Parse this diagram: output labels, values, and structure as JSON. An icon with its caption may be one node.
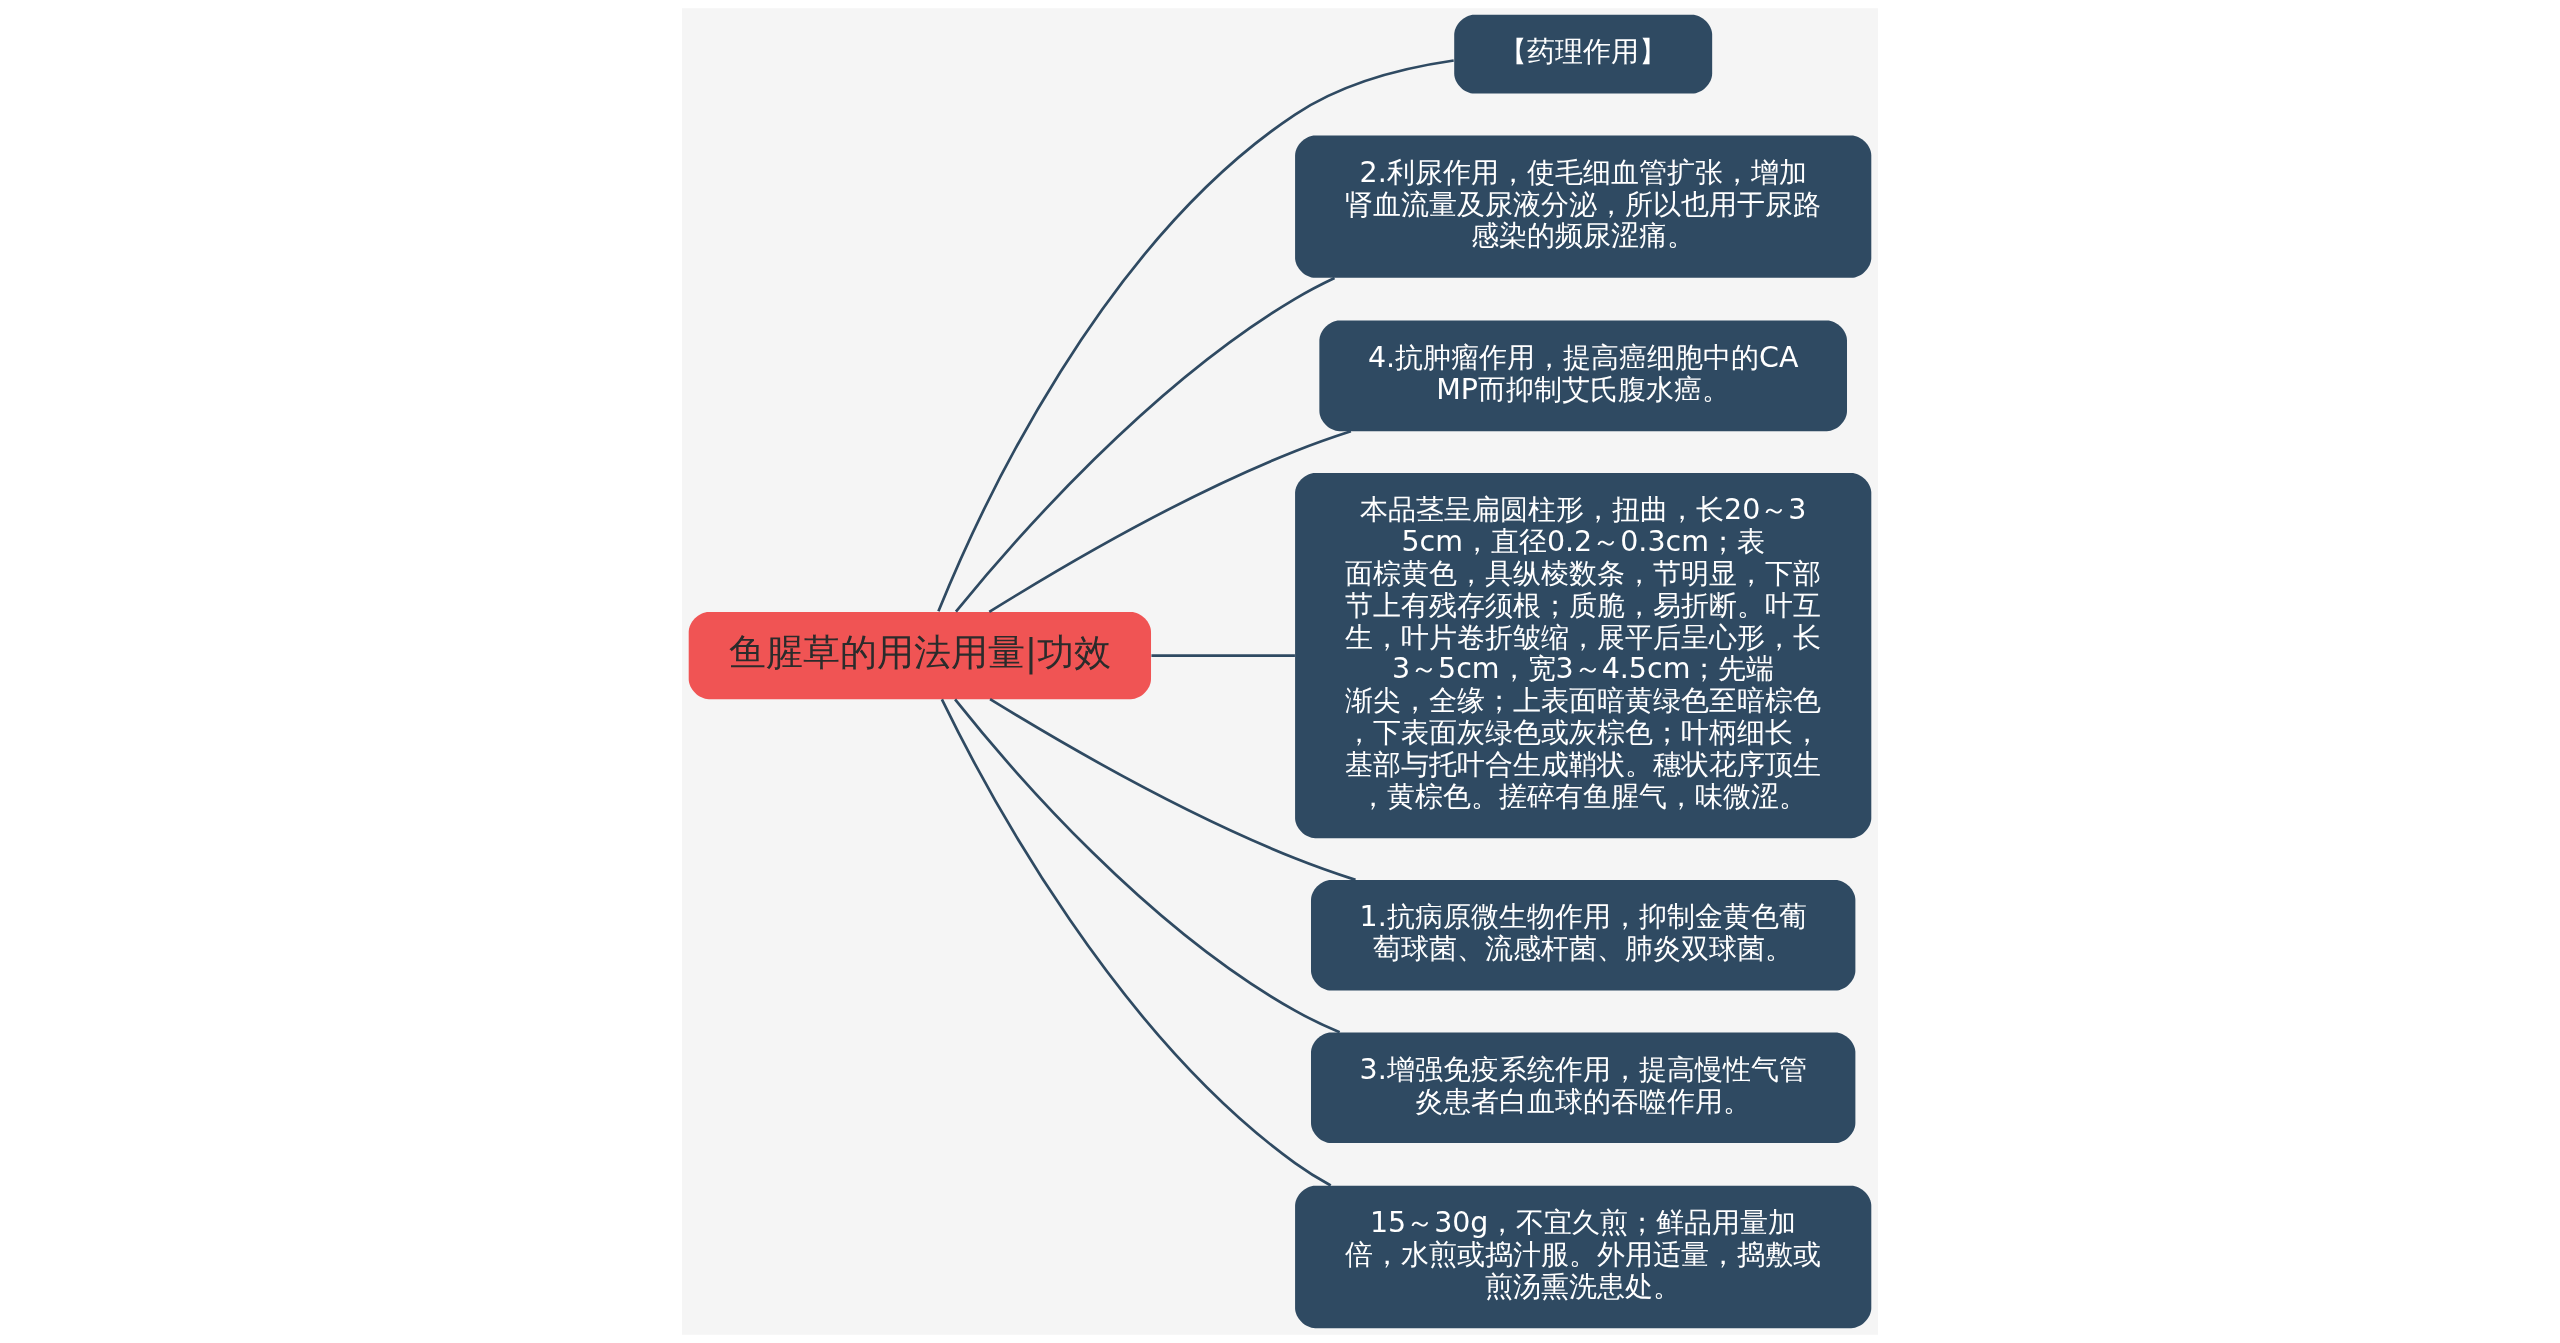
{
  "diagram": {
    "nodes": [
      {
        "text": [
          "鱼腥草的用法用量|功效"
        ]
      },
      {
        "text": [
          "【药理作用】"
        ]
      },
      {
        "text": [
          "2.利尿作用，使毛细血管扩张，增加肾血流量及尿液分泌，所以也用于尿路感染的频尿涩痛。"
        ]
      },
      {
        "text": [
          "4.抗肿瘤作用，提高癌细胞中的CAMP而抑制艾氏腹水癌。"
        ]
      },
      {
        "text": [
          "本品茎呈扁圆柱形，扭曲，长20～35cm，直径0.2～0.3cm；表面棕黄色，具纵棱数条，节明显，下部节上有残存须根；质脆，易折断。叶互生，叶片卷折皱缩，展平后呈心形，长3～5cm，宽3～4.5cm；先端渐尖，全缘；上表面暗黄绿色至暗棕色，下表面灰绿色或灰棕色；叶柄细长，基部与托叶合生成鞘状。穗状花序顶生，黄棕色。搓碎有鱼腥气，味微涩。"
        ]
      },
      {
        "text": [
          "1.抗病原微生物作用，抑制金黄色葡萄球菌、流感杆菌、肺炎双球菌。"
        ]
      },
      {
        "text": [
          "3.增强免疫系统作用，提高慢性气管炎患者白血球的吞噬作用。"
        ]
      },
      {
        "text": [
          "15～30g，不宜久煎；鲜品用量加倍，水煎或捣汁服。外用适量，捣敷或煎汤熏洗患处。"
        ]
      }
    ],
    "edges": [
      {
        "from": 0,
        "to": 1,
        "arrow": "none"
      },
      {
        "from": 0,
        "to": 2,
        "arrow": "none"
      },
      {
        "from": 0,
        "to": 3,
        "arrow": "none"
      },
      {
        "from": 0,
        "to": 4,
        "arrow": "none"
      },
      {
        "from": 0,
        "to": 5,
        "arrow": "none"
      },
      {
        "from": 0,
        "to": 6,
        "arrow": "none"
      },
      {
        "from": 0,
        "to": 7,
        "arrow": "none"
      }
    ]
  }
}
